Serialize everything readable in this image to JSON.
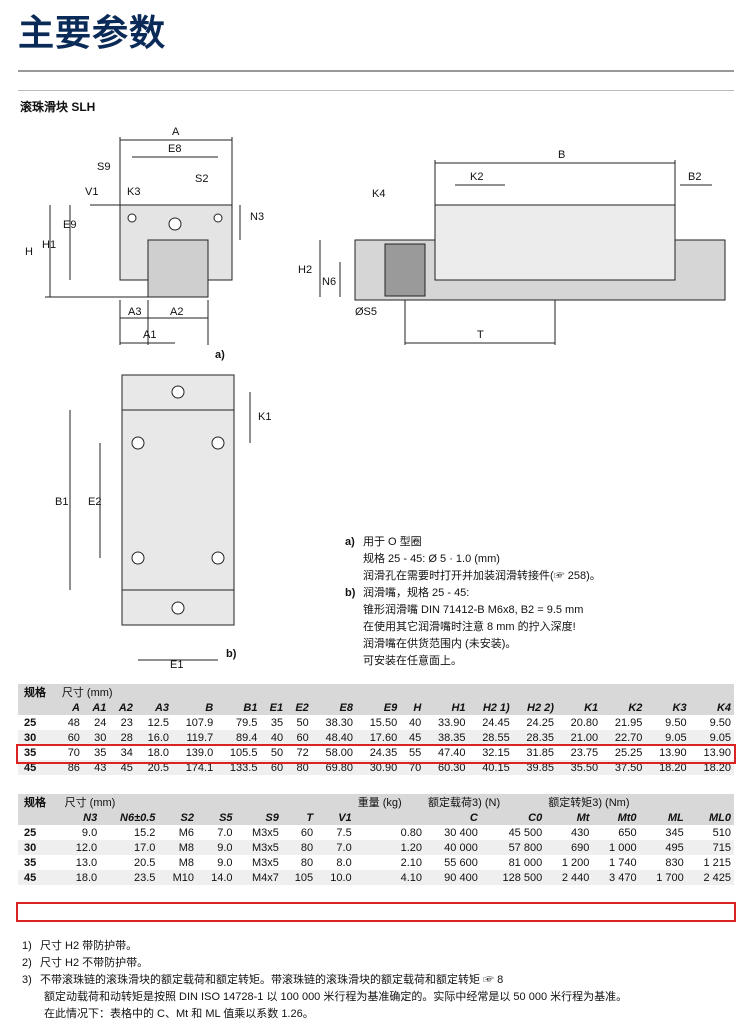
{
  "page": {
    "title": "主要参数",
    "subtitle": "滚珠滑块 SLH"
  },
  "diagram_labels": {
    "A": "A",
    "E8": "E8",
    "S9": "S9",
    "V1": "V1",
    "K3": "K3",
    "S2": "S2",
    "N3": "N3",
    "E9": "E9",
    "H": "H",
    "H1": "H1",
    "A3": "A3",
    "A2": "A2",
    "A1": "A1",
    "B": "B",
    "K2": "K2",
    "B2": "B2",
    "K4": "K4",
    "H2": "H2",
    "N6": "N6",
    "S5": "ØS5",
    "T": "T",
    "K1": "K1",
    "B1": "B1",
    "E2": "E2",
    "E1": "E1",
    "a": "a)",
    "b": "b)"
  },
  "notes": {
    "a_tag": "a)",
    "a_line1": "用于 O 型圈",
    "a_line2": "规格 25 - 45: Ø 5 · 1.0 (mm)",
    "a_line3": "润滑孔在需要时打开并加装润滑转接件(☞ 258)。",
    "b_tag": "b)",
    "b_line1": "润滑嘴，规格 25 - 45:",
    "b_line2": "锥形润滑嘴 DIN 71412-B M6x8, B2 = 9.5 mm",
    "b_line3": "在使用其它润滑嘴时注意 8 mm 的拧入深度!",
    "b_line4": "润滑嘴在供货范围内 (未安装)。",
    "b_line5": "可安装在任意面上。"
  },
  "table1": {
    "size_label": "规格",
    "unit_label": "尺寸 (mm)",
    "columns": [
      "A",
      "A1",
      "A2",
      "A3",
      "B",
      "B1",
      "E1",
      "E2",
      "E8",
      "E9",
      "H",
      "H1",
      "H2 1)",
      "H2 2)",
      "K1",
      "K2",
      "K3",
      "K4"
    ],
    "rows": [
      {
        "size": "25",
        "values": [
          "48",
          "24",
          "23",
          "12.5",
          "107.9",
          "79.5",
          "35",
          "50",
          "38.30",
          "15.50",
          "40",
          "33.90",
          "24.45",
          "24.25",
          "20.80",
          "21.95",
          "9.50",
          "9.50"
        ]
      },
      {
        "size": "30",
        "values": [
          "60",
          "30",
          "28",
          "16.0",
          "119.7",
          "89.4",
          "40",
          "60",
          "48.40",
          "17.60",
          "45",
          "38.35",
          "28.55",
          "28.35",
          "21.00",
          "22.70",
          "9.05",
          "9.05"
        ]
      },
      {
        "size": "35",
        "values": [
          "70",
          "35",
          "34",
          "18.0",
          "139.0",
          "105.5",
          "50",
          "72",
          "58.00",
          "24.35",
          "55",
          "47.40",
          "32.15",
          "31.85",
          "23.75",
          "25.25",
          "13.90",
          "13.90"
        ]
      },
      {
        "size": "45",
        "values": [
          "86",
          "43",
          "45",
          "20.5",
          "174.1",
          "133.5",
          "60",
          "80",
          "69.80",
          "30.90",
          "70",
          "60.30",
          "40.15",
          "39.85",
          "35.50",
          "37.50",
          "18.20",
          "18.20"
        ]
      }
    ]
  },
  "table2": {
    "size_label": "规格",
    "unit_label": "尺寸 (mm)",
    "weight_label": "重量 (kg)",
    "load_label": "额定载荷3) (N)",
    "moment_label": "额定转矩3) (Nm)",
    "columns": [
      "N3",
      "N6±0.5",
      "S2",
      "S5",
      "S9",
      "T",
      "V1",
      "",
      "C",
      "C0",
      "Mt",
      "Mt0",
      "ML",
      "ML0"
    ],
    "rows": [
      {
        "size": "25",
        "values": [
          "9.0",
          "15.2",
          "M6",
          "7.0",
          "M3x5",
          "60",
          "7.5",
          "0.80",
          "30 400",
          "45 500",
          "430",
          "650",
          "345",
          "510"
        ]
      },
      {
        "size": "30",
        "values": [
          "12.0",
          "17.0",
          "M8",
          "9.0",
          "M3x5",
          "80",
          "7.0",
          "1.20",
          "40 000",
          "57 800",
          "690",
          "1 000",
          "495",
          "715"
        ]
      },
      {
        "size": "35",
        "values": [
          "13.0",
          "20.5",
          "M8",
          "9.0",
          "M3x5",
          "80",
          "8.0",
          "2.10",
          "55 600",
          "81 000",
          "1 200",
          "1 740",
          "830",
          "1 215"
        ]
      },
      {
        "size": "45",
        "values": [
          "18.0",
          "23.5",
          "M10",
          "14.0",
          "M4x7",
          "105",
          "10.0",
          "4.10",
          "90 400",
          "128 500",
          "2 440",
          "3 470",
          "1 700",
          "2 425"
        ]
      }
    ]
  },
  "footnotes": {
    "f1_num": "1)",
    "f1": "尺寸 H2 带防护带。",
    "f2_num": "2)",
    "f2": "尺寸 H2 不带防护带。",
    "f3_num": "3)",
    "f3": "不带滚珠链的滚珠滑块的额定载荷和额定转矩。带滚珠链的滚珠滑块的额定载荷和额定转矩 ☞ 8",
    "f3b": "额定动载荷和动转矩是按照 DIN ISO 14728-1 以 100 000 米行程为基准确定的。实际中经常是以 50 000 米行程为基准。",
    "f3c": "在此情况下：表格中的 C、Mt 和 ML 值乘以系数 1.26。"
  },
  "colors": {
    "title": "#0a2a57",
    "highlight": "#dd2222",
    "header_bg": "#d8d8d8"
  }
}
